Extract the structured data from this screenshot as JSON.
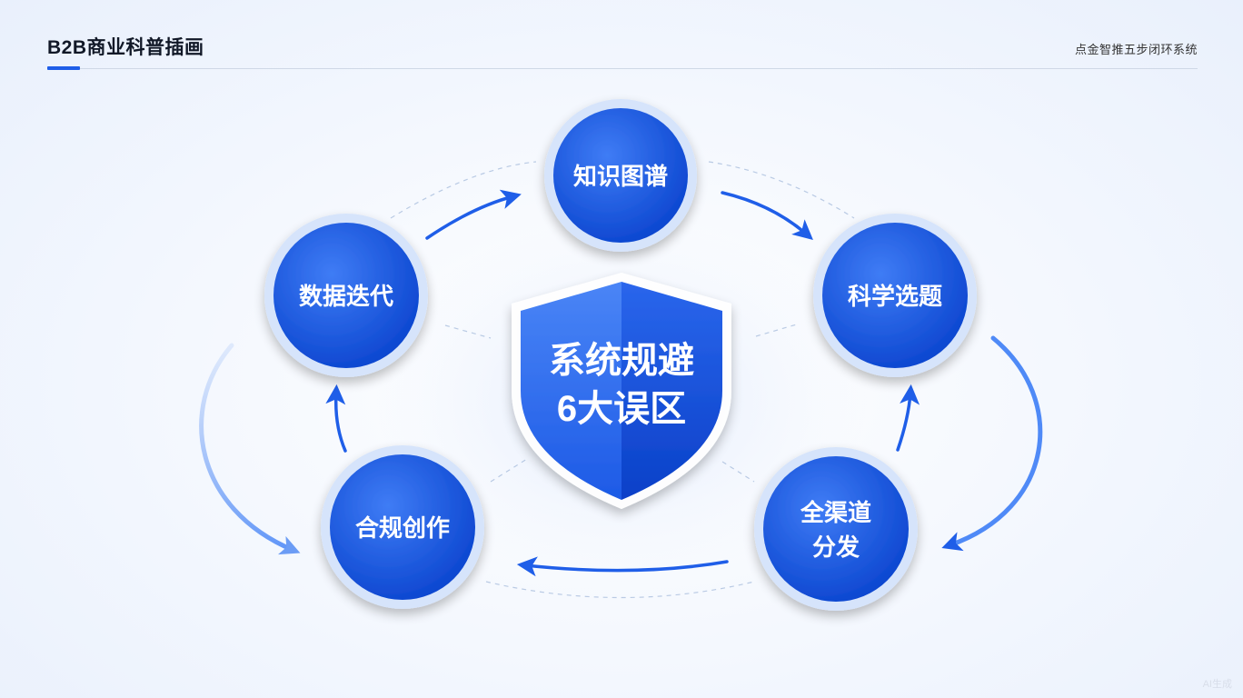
{
  "header": {
    "title": "B2B商业科普插画",
    "subtitle": "点金智推五步闭环系统"
  },
  "center": {
    "line1": "系统规避",
    "line2": "6大误区"
  },
  "nodes": [
    {
      "id": "knowledge-graph",
      "lines": [
        "知识图谱"
      ]
    },
    {
      "id": "topic-selection",
      "lines": [
        "科学选题"
      ]
    },
    {
      "id": "omni-channel",
      "lines": [
        "全渠道",
        "分发"
      ]
    },
    {
      "id": "compliant-creation",
      "lines": [
        "合规创作"
      ]
    },
    {
      "id": "data-iteration",
      "lines": [
        "数据迭代"
      ]
    }
  ],
  "colors": {
    "primary": "#1f5ee8",
    "primary_dark": "#0b45cf",
    "primary_light": "#4f8af7",
    "ring": "#d6e4fb"
  },
  "watermark": "AI生成"
}
